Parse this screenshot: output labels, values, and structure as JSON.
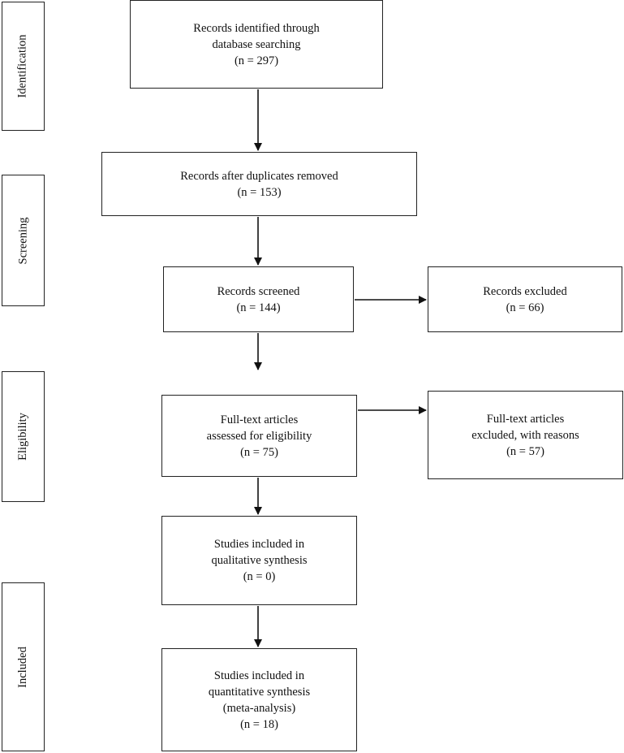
{
  "phases": {
    "identification": "Identification",
    "screening": "Screening",
    "eligibility": "Eligibility",
    "included": "Included"
  },
  "boxes": {
    "identified": {
      "lines": [
        "Records identified through",
        "database searching",
        "(n = 297)"
      ]
    },
    "duplicates_removed": {
      "lines": [
        "Records after duplicates removed",
        "(n = 153)"
      ]
    },
    "screened": {
      "lines": [
        "Records screened",
        "(n = 144)"
      ]
    },
    "excluded": {
      "lines": [
        "Records excluded",
        "(n = 66)"
      ]
    },
    "fulltext_assessed": {
      "lines": [
        "Full-text articles",
        "assessed for eligibility",
        "(n = 75)"
      ]
    },
    "fulltext_excluded": {
      "lines": [
        "Full-text articles",
        "excluded, with reasons",
        "(n = 57)"
      ]
    },
    "qualitative": {
      "lines": [
        "Studies included in",
        "qualitative synthesis",
        "(n = 0)"
      ]
    },
    "quantitative": {
      "lines": [
        "Studies included in",
        "quantitative synthesis",
        "(meta-analysis)",
        "(n = 18)"
      ]
    }
  }
}
